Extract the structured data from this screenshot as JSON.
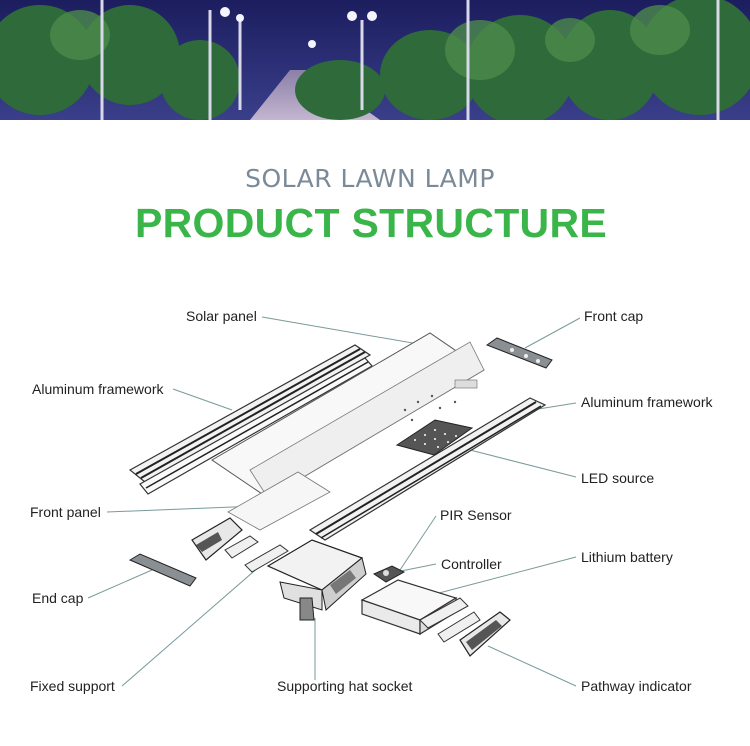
{
  "header": {
    "subtitle": "SOLAR LAWN LAMP",
    "title": "PRODUCT STRUCTURE"
  },
  "colors": {
    "subtitle": "#7a8a98",
    "title": "#3ab54a",
    "leader": "#7a9a9a"
  },
  "labels": {
    "solar_panel": "Solar panel",
    "front_cap": "Front cap",
    "aluminum_framework_left": "Aluminum framework",
    "aluminum_framework_right": "Aluminum framework",
    "led_source": "LED source",
    "front_panel": "Front panel",
    "pir_sensor": "PIR Sensor",
    "controller": "Controller",
    "lithium_battery": "Lithium battery",
    "end_cap": "End cap",
    "fixed_support": "Fixed support",
    "supporting_hat_socket": "Supporting hat socket",
    "pathway_indicator": "Pathway indicator"
  }
}
